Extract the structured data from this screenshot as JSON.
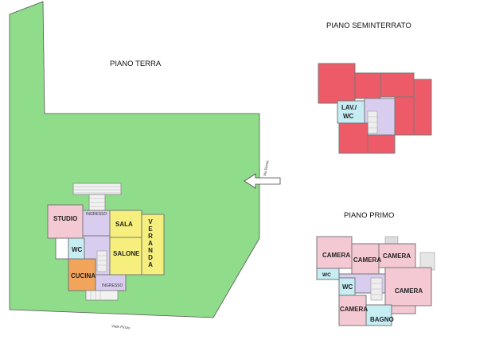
{
  "titles": {
    "ground": "PIANO TERRA",
    "basement": "PIANO SEMINTERRATO",
    "first": "PIANO PRIMO"
  },
  "ground_floor_rooms": {
    "studio": "STUDIO",
    "ingresso_top": "INGRESSO",
    "sala": "SALA",
    "veranda": [
      "V",
      "E",
      "R",
      "A",
      "N",
      "D",
      "A"
    ],
    "wc": "WC",
    "salone": "SALONE",
    "cucina": "CUCINA",
    "ingresso_bottom": "INGRESSO"
  },
  "basement_rooms": {
    "lav_line1": "LAV./",
    "lav_line2": "WC"
  },
  "first_floor_rooms": {
    "camera_1": "CAMERA",
    "camera_2": "CAMERA",
    "camera_3": "CAMERA",
    "camera_4": "CAMERA",
    "camera_5": "CAMERA",
    "wc_1": "WC",
    "wc_2": "WC",
    "bagno": "BAGNO"
  },
  "site": {
    "road_right": "Via Roma",
    "road_bottom": "Viale Pinzio"
  },
  "colors": {
    "garden": "#8fdc8a",
    "room_pink": "#f4c9d4",
    "room_lavender": "#d8cdee",
    "room_yellow": "#f6ef7d",
    "room_cyan": "#c6ecf4",
    "room_orange": "#f2a45a",
    "basement_red": "#ee5b68",
    "wall": "#777777"
  }
}
